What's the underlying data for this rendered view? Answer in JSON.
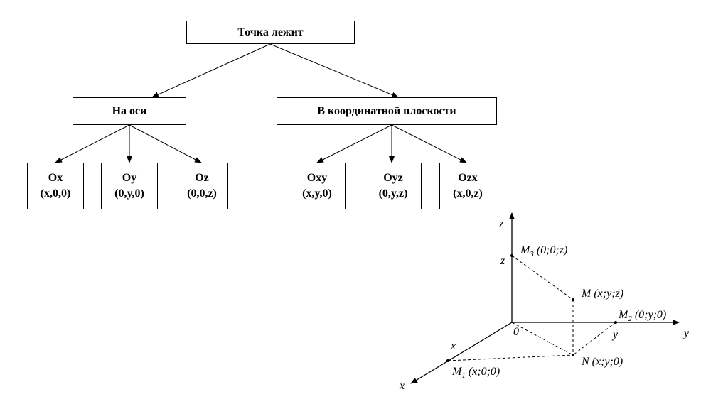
{
  "tree": {
    "root": "Точка лежит",
    "axis_group": "На оси",
    "plane_group": "В координатной плоскости",
    "axis_leaves": [
      {
        "name": "Ox",
        "coords": "(x,0,0)"
      },
      {
        "name": "Oy",
        "coords": "(0,y,0)"
      },
      {
        "name": "Oz",
        "coords": "(0,0,z)"
      }
    ],
    "plane_leaves": [
      {
        "name": "Oxy",
        "coords": "(x,y,0)"
      },
      {
        "name": "Oyz",
        "coords": "(0,y,z)"
      },
      {
        "name": "Ozx",
        "coords": "(x,0,z)"
      }
    ]
  },
  "figure": {
    "axis_z": "z",
    "axis_y": "y",
    "axis_x": "x",
    "origin": "0",
    "tick_z": "z",
    "tick_y": "y",
    "tick_x": "x",
    "M3": {
      "letter": "M",
      "index": "3",
      "coords": "(0;0;z)"
    },
    "M2": {
      "letter": "M",
      "index": "2",
      "coords": "(0;y;0)"
    },
    "M1": {
      "letter": "M",
      "index": "1",
      "coords": "(x;0;0)"
    },
    "M": {
      "label": "M (x;y;z)"
    },
    "N": {
      "label": "N (x;y;0)"
    }
  }
}
